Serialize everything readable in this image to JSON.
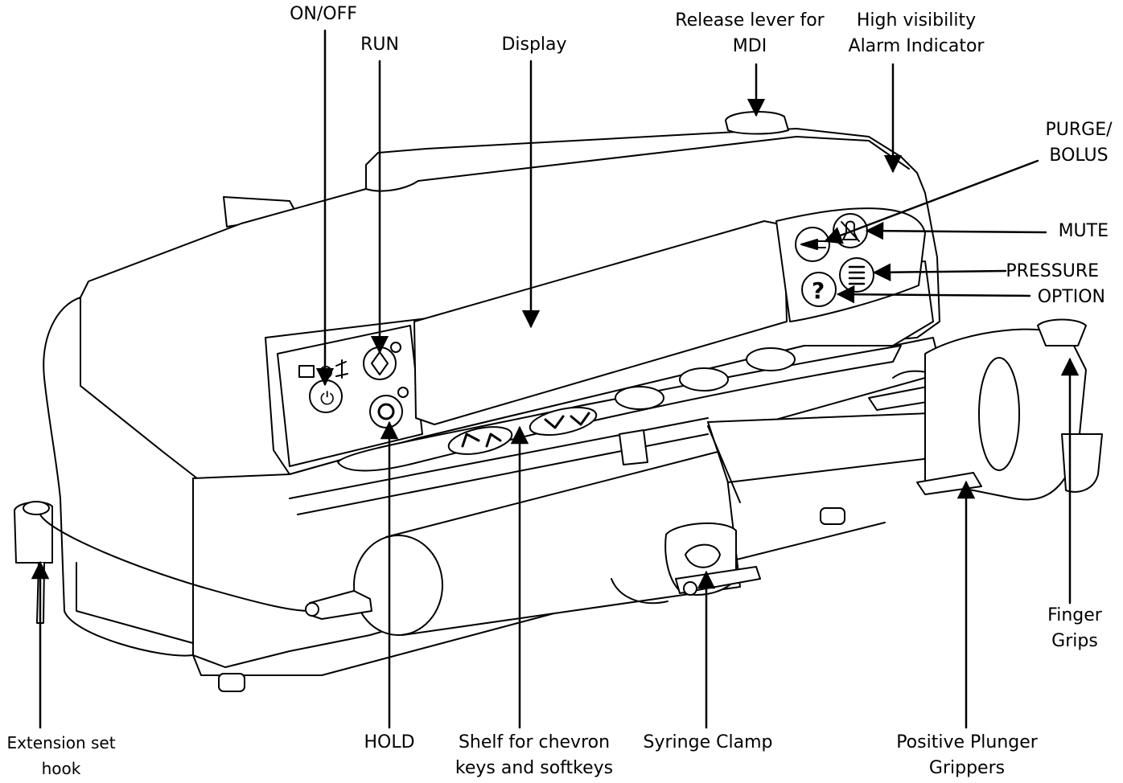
{
  "labels": {
    "on_off": "ON/OFF",
    "run": "RUN",
    "display": "Display",
    "release_lever": [
      "Release lever for",
      "MDI"
    ],
    "alarm_indicator": [
      "High visibility",
      "Alarm Indicator"
    ],
    "purge_bolus": [
      "PURGE/",
      "BOLUS"
    ],
    "mute": "MUTE",
    "pressure": "PRESSURE",
    "option": "OPTION",
    "finger_grips": [
      "Finger",
      "Grips"
    ],
    "extension_hook": [
      "Extension set",
      "hook"
    ],
    "hold": "HOLD",
    "shelf": [
      "Shelf for chevron",
      "keys and softkeys"
    ],
    "syringe_clamp": "Syringe Clamp",
    "plunger_grippers": [
      "Positive Plunger",
      "Grippers"
    ]
  },
  "colors": {
    "line": "#000000",
    "background": "#ffffff",
    "device_fill": "#ffffff"
  },
  "icons": {
    "on_off_button": "power-icon",
    "run_button": "play-diamond-icon",
    "hold_button": "stop-icon",
    "purge_bolus_button": "syringe-icon",
    "mute_button": "bell-slash-icon",
    "pressure_button": "bars-icon",
    "option_button": "question-icon",
    "mains_indicator": "plug-icon",
    "battery_indicator": "battery-icon"
  }
}
